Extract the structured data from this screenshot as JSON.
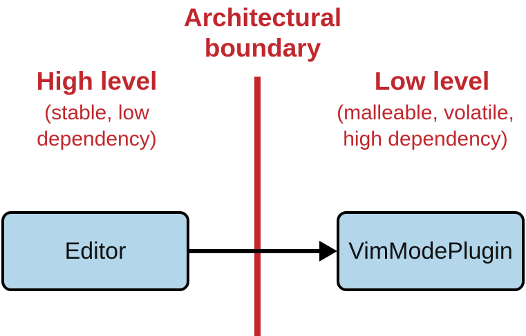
{
  "boundary": {
    "line1": "Architectural",
    "line2": "boundary"
  },
  "high_level": {
    "title": "High level",
    "line1": "(stable, low",
    "line2": "dependency)"
  },
  "low_level": {
    "title": "Low level",
    "line1": "(malleable, volatile,",
    "line2": "high dependency)"
  },
  "boxes": {
    "editor": "Editor",
    "plugin": "VimModePlugin"
  },
  "colors": {
    "accent": "#c1272d",
    "box_fill": "#b3d6ea",
    "stroke": "#000000"
  }
}
